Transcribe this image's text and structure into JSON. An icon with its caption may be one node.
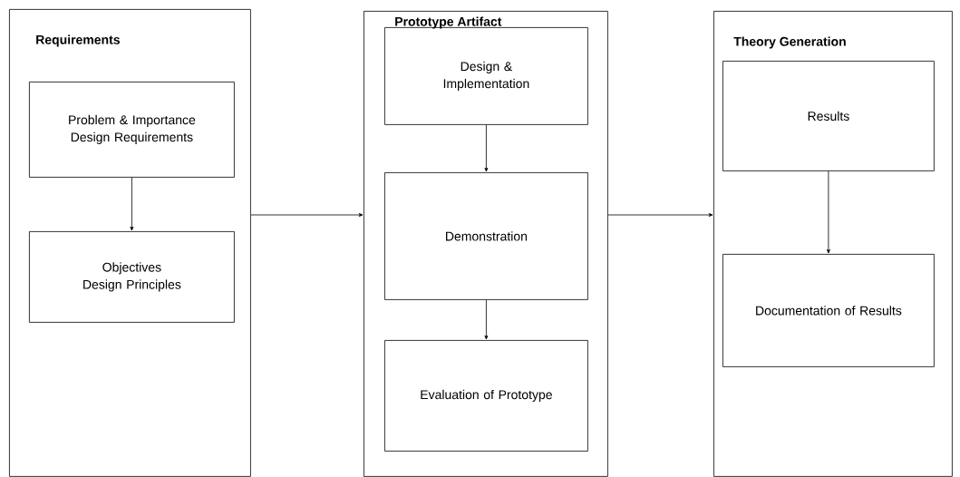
{
  "diagram": {
    "nodes": [
      {
        "text": [
          "Requirements"
        ]
      },
      {
        "text": [
          "Problem & Importance Design Requirements"
        ],
        "in": 0
      },
      {
        "text": [
          "Objectives Design Principles"
        ],
        "in": 0
      },
      {
        "text": [
          "Prototype Artifact"
        ]
      },
      {
        "text": [
          "Design & Implementation"
        ],
        "in": 3
      },
      {
        "text": [
          "Demonstration"
        ],
        "in": 3
      },
      {
        "text": [
          "Evaluation of Prototype"
        ],
        "in": 3
      },
      {
        "text": [
          "Theory Generation"
        ]
      },
      {
        "text": [
          "Results"
        ],
        "in": 7
      },
      {
        "text": [
          "Documentation of Results"
        ],
        "in": 7
      }
    ],
    "edges": [
      {
        "from": 1,
        "to": 2,
        "arrow": "to"
      },
      {
        "from": 0,
        "to": 3,
        "arrow": "to"
      },
      {
        "from": 4,
        "to": 5,
        "arrow": "to"
      },
      {
        "from": 5,
        "to": 6,
        "arrow": "to"
      },
      {
        "from": 3,
        "to": 7,
        "arrow": "to"
      },
      {
        "from": 8,
        "to": 9,
        "arrow": "to"
      }
    ]
  }
}
